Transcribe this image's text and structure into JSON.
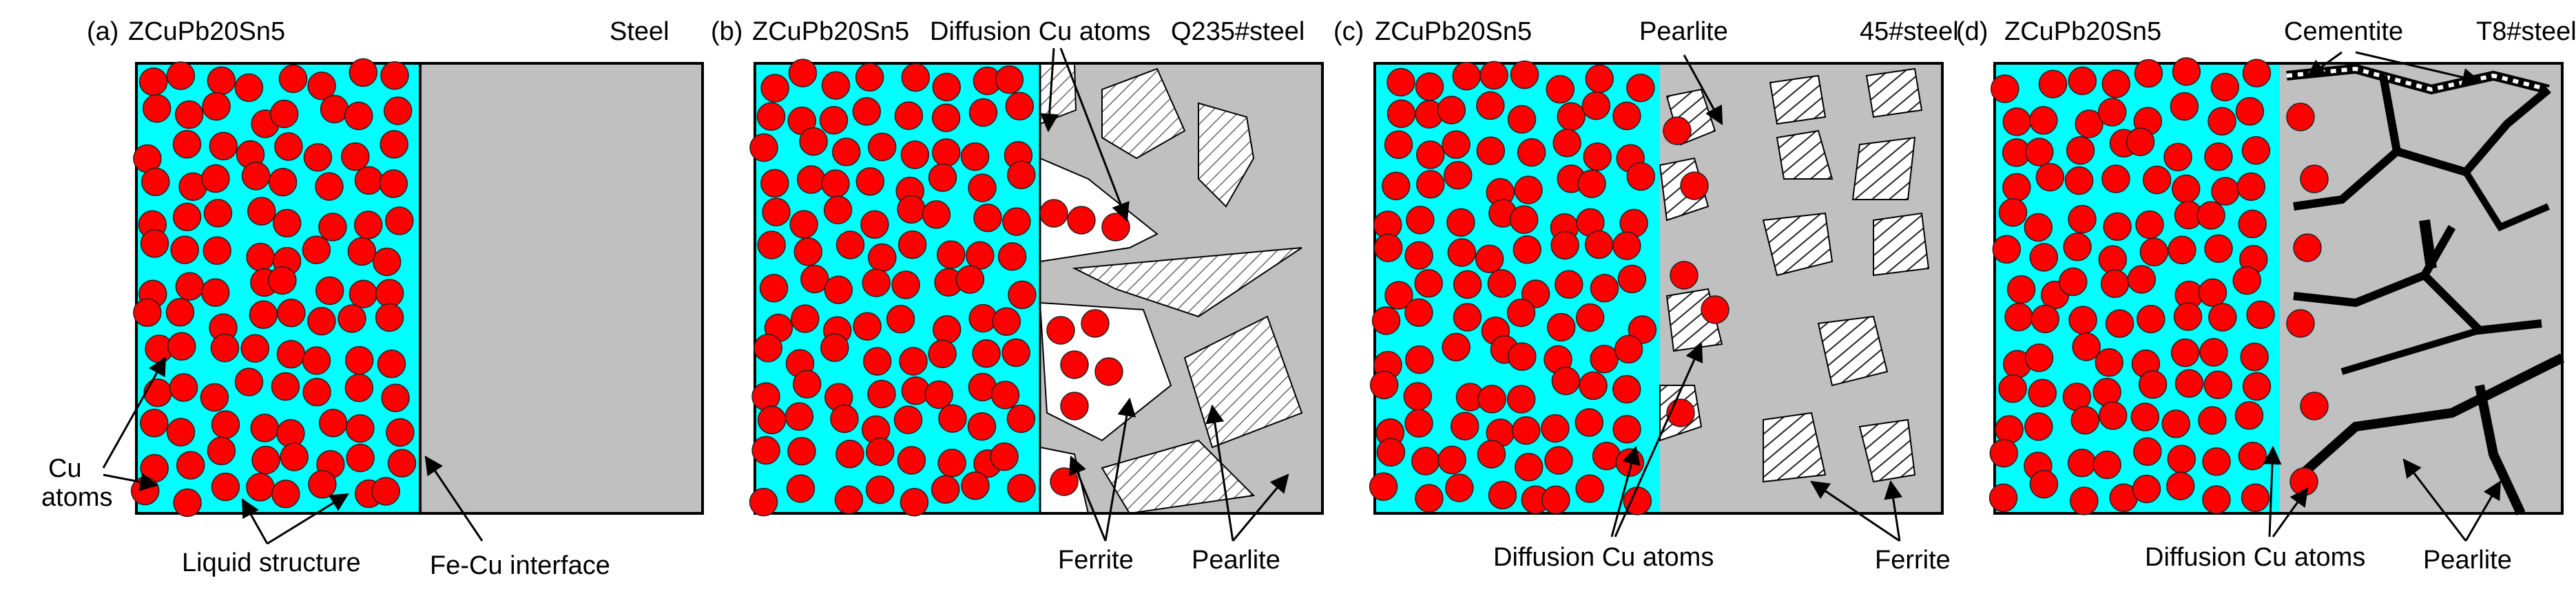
{
  "colors": {
    "liquid": "#00ffff",
    "atom": "#ff0000",
    "atom_stroke": "#222222",
    "steel": "#c0c0c0",
    "pearlite_bg": "#ffffff",
    "hatch": "#555555",
    "outline": "#000000"
  },
  "panels": [
    {
      "id": "a",
      "tag": "(a)",
      "alloy": "ZCuPb20Sn5",
      "steel": "Steel",
      "labels": [
        "Cu",
        "atoms",
        "Liquid structure",
        "Fe-Cu interface"
      ]
    },
    {
      "id": "b",
      "tag": "(b)",
      "alloy": "ZCuPb20Sn5",
      "steel": "Q235#steel",
      "labels": [
        "Diffusion Cu atoms",
        "Ferrite",
        "Pearlite"
      ]
    },
    {
      "id": "c",
      "tag": "(c)",
      "alloy": "ZCuPb20Sn5",
      "steel": "45#steel",
      "labels": [
        "Pearlite",
        "Diffusion Cu atoms",
        "Ferrite"
      ]
    },
    {
      "id": "d",
      "tag": "(d)",
      "alloy": "ZCuPb20Sn5",
      "steel": "T8#steel",
      "labels": [
        "Cementite",
        "Diffusion Cu atoms",
        "Pearlite"
      ]
    }
  ]
}
